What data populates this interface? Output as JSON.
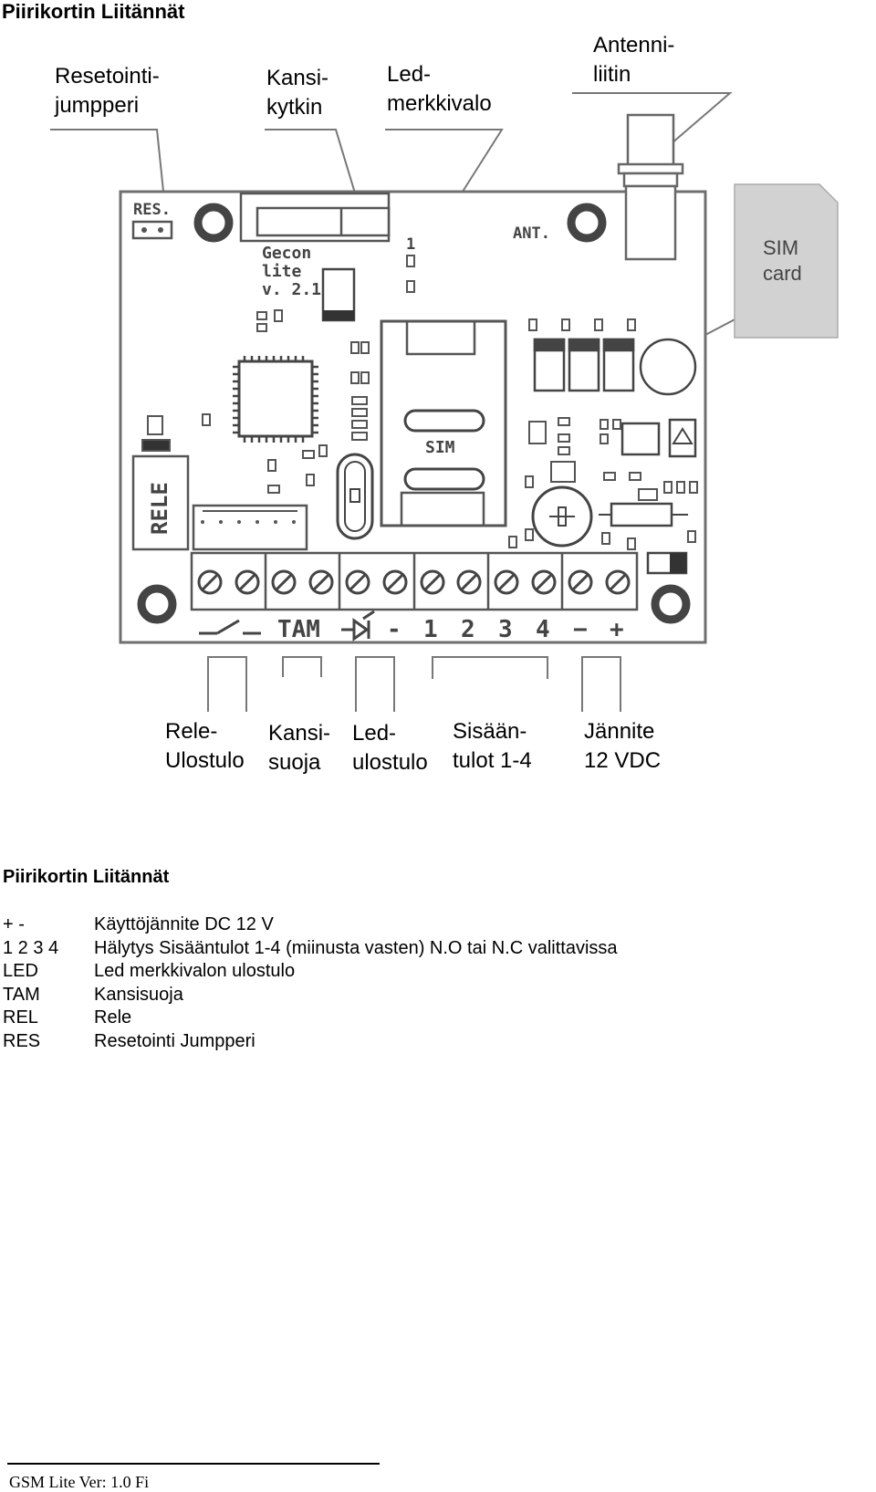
{
  "page": {
    "title": "Piirikortin Liitännät"
  },
  "diagram": {
    "callouts_top": [
      {
        "id": "reset",
        "text": "Resetointi-\njumpperi"
      },
      {
        "id": "lid",
        "text": "Kansi-\nkytkin"
      },
      {
        "id": "led",
        "text": "Led-\nmerkkivalo"
      },
      {
        "id": "antenna",
        "text": "Antenni-\nliitin"
      }
    ],
    "callouts_bottom": [
      {
        "id": "relay",
        "text": "Rele-\nUlostulo"
      },
      {
        "id": "tamper",
        "text": "Kansi-\nsuoja"
      },
      {
        "id": "ledout",
        "text": "Led-\nulostulo"
      },
      {
        "id": "inputs",
        "text": "Sisään-\ntulot 1-4"
      },
      {
        "id": "voltage",
        "text": "Jännite\n12 VDC"
      }
    ],
    "sim_card_label": "SIM\ncard",
    "board_labels": {
      "res": "RES.",
      "ant": "ANT.",
      "gecon": "Gecon",
      "lite": "lite",
      "version": "v. 2.1",
      "led_pin": "1",
      "sim": "SIM",
      "rele": "RELE",
      "tam": "TAM",
      "minus1": "-",
      "in1": "1",
      "in2": "2",
      "in3": "3",
      "in4": "4",
      "minus2": "−",
      "plus": "+"
    }
  },
  "legend": {
    "title": "Piirikortin Liitännät",
    "rows": [
      {
        "key": "+   -",
        "desc": "Käyttöjännite  DC  12 V"
      },
      {
        "key": "1  2  3  4",
        "desc": "Hälytys Sisääntulot 1-4 (miinusta vasten) N.O tai N.C valittavissa"
      },
      {
        "key": "LED",
        "desc": "Led merkkivalon ulostulo"
      },
      {
        "key": "TAM",
        "desc": "Kansisuoja"
      },
      {
        "key": "REL",
        "desc": "Rele"
      },
      {
        "key": "RES",
        "desc": "Resetointi Jumpperi"
      }
    ]
  },
  "footer": {
    "text": "GSM Lite Ver: 1.0 Fi"
  }
}
